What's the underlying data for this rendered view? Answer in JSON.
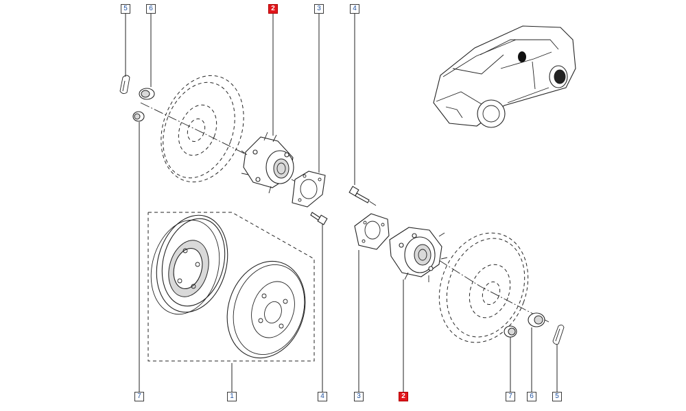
{
  "callouts": {
    "top": [
      {
        "label": "5",
        "highlighted": false
      },
      {
        "label": "6",
        "highlighted": false
      },
      {
        "label": "2",
        "highlighted": true
      },
      {
        "label": "3",
        "highlighted": false
      },
      {
        "label": "4",
        "highlighted": false
      }
    ],
    "bottom": [
      {
        "label": "7",
        "highlighted": false
      },
      {
        "label": "1",
        "highlighted": false
      },
      {
        "label": "4",
        "highlighted": false
      },
      {
        "label": "3",
        "highlighted": false
      },
      {
        "label": "2",
        "highlighted": true
      },
      {
        "label": "7",
        "highlighted": false
      },
      {
        "label": "6",
        "highlighted": false
      },
      {
        "label": "5",
        "highlighted": false
      }
    ]
  },
  "colors": {
    "highlight": "#e1161c",
    "callout_text": "#1a4d9c",
    "line": "#222222"
  },
  "icons": {
    "vehicle": "suv-rear-wheel-location-icon"
  }
}
